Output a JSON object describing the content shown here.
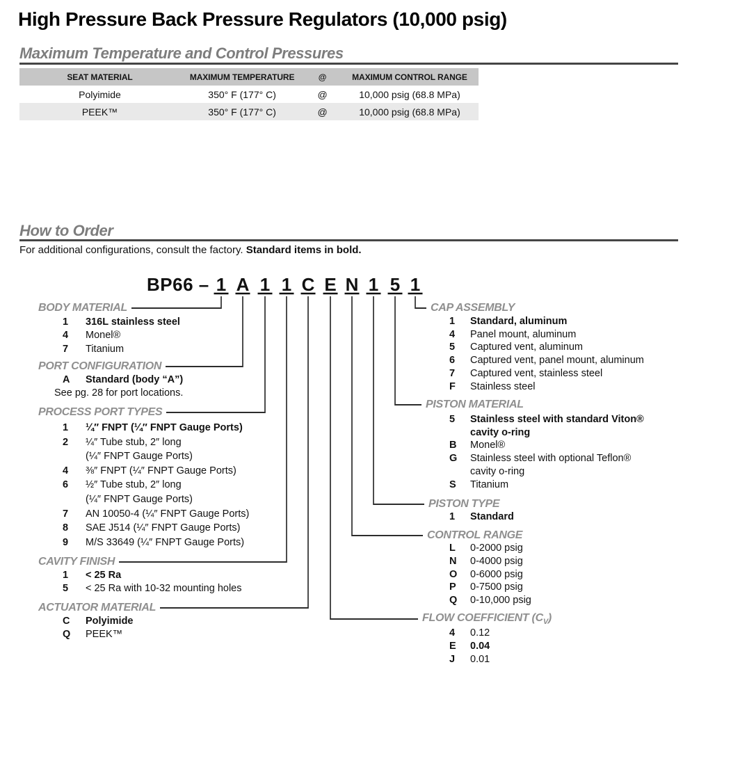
{
  "page": {
    "title": "High Pressure Back Pressure Regulators (10,000 psig)"
  },
  "temp_section": {
    "title": "Maximum Temperature and Control Pressures",
    "table": {
      "headers": [
        "SEAT MATERIAL",
        "MAXIMUM TEMPERATURE",
        "@",
        "MAXIMUM CONTROL RANGE"
      ],
      "rows": [
        [
          "Polyimide",
          "350° F (177° C)",
          "@",
          "10,000 psig (68.8 MPa)"
        ],
        [
          "PEEK™",
          "350° F (177° C)",
          "@",
          "10,000 psig (68.8 MPa)"
        ]
      ]
    }
  },
  "order_section": {
    "title": "How to Order",
    "note_regular": "For additional configurations, consult the factory. ",
    "note_bold": "Standard items in bold.",
    "code": {
      "prefix": "BP66 –",
      "chars": [
        "1",
        "A",
        "1",
        "1",
        "C",
        "E",
        "N",
        "1",
        "5",
        "1"
      ]
    },
    "sections": [
      {
        "id": "body-material",
        "label": "BODY MATERIAL",
        "items": [
          {
            "k": "1",
            "t": "316L stainless steel",
            "b": true
          },
          {
            "k": "4",
            "t": "Monel®"
          },
          {
            "k": "7",
            "t": "Titanium"
          }
        ]
      },
      {
        "id": "port-configuration",
        "label": "PORT CONFIGURATION",
        "items": [
          {
            "k": "A",
            "t": "Standard (body “A”)",
            "b": true
          },
          {
            "note": true,
            "t": "See pg. 28 for port locations."
          }
        ]
      },
      {
        "id": "process-port-types",
        "label": "PROCESS PORT TYPES",
        "items": [
          {
            "k": "1",
            "t": "¼″ FNPT (¼″ FNPT Gauge Ports)",
            "b": true
          },
          {
            "k": "2",
            "t": "¼″ Tube stub, 2″ long"
          },
          {
            "k": "",
            "t": "(¼″ FNPT Gauge Ports)"
          },
          {
            "k": "4",
            "t": "⅜″ FNPT (¼″ FNPT Gauge Ports)"
          },
          {
            "k": "6",
            "t": "½″ Tube stub, 2″ long"
          },
          {
            "k": "",
            "t": "(¼″ FNPT Gauge Ports)"
          },
          {
            "k": "7",
            "t": "AN 10050-4 (¼″ FNPT Gauge Ports)"
          },
          {
            "k": "8",
            "t": "SAE J514 (¼″ FNPT Gauge Ports)"
          },
          {
            "k": "9",
            "t": "M/S 33649 (¼″ FNPT Gauge Ports)"
          }
        ]
      },
      {
        "id": "cavity-finish",
        "label": "CAVITY FINISH",
        "items": [
          {
            "k": "1",
            "t": "< 25 Ra",
            "b": true
          },
          {
            "k": "5",
            "t": "< 25 Ra with 10-32 mounting holes"
          }
        ]
      },
      {
        "id": "actuator-material",
        "label": "ACTUATOR MATERIAL",
        "items": [
          {
            "k": "C",
            "t": "Polyimide",
            "b": true
          },
          {
            "k": "Q",
            "t": "PEEK™"
          }
        ]
      },
      {
        "id": "cap-assembly",
        "label": "CAP ASSEMBLY",
        "items": [
          {
            "k": "1",
            "t": "Standard, aluminum",
            "b": true
          },
          {
            "k": "4",
            "t": "Panel mount, aluminum"
          },
          {
            "k": "5",
            "t": "Captured vent, aluminum"
          },
          {
            "k": "6",
            "t": "Captured vent, panel mount, aluminum"
          },
          {
            "k": "7",
            "t": "Captured vent, stainless steel"
          },
          {
            "k": "F",
            "t": "Stainless steel"
          }
        ]
      },
      {
        "id": "piston-material",
        "label": "PISTON MATERIAL",
        "items": [
          {
            "k": "5",
            "t": "Stainless steel with standard Viton®",
            "b": true
          },
          {
            "k": "",
            "t": "cavity o-ring",
            "b": true
          },
          {
            "k": "B",
            "t": "Monel®"
          },
          {
            "k": "G",
            "t": "Stainless steel with optional Teflon®"
          },
          {
            "k": "",
            "t": "cavity o-ring"
          },
          {
            "k": "S",
            "t": "Titanium"
          }
        ]
      },
      {
        "id": "piston-type",
        "label": "PISTON TYPE",
        "items": [
          {
            "k": "1",
            "t": "Standard",
            "b": true
          }
        ]
      },
      {
        "id": "control-range",
        "label": "CONTROL RANGE",
        "items": [
          {
            "k": "L",
            "t": "0-2000 psig"
          },
          {
            "k": "N",
            "t": "0-4000 psig"
          },
          {
            "k": "O",
            "t": "0-6000 psig"
          },
          {
            "k": "P",
            "t": "0-7500 psig"
          },
          {
            "k": "Q",
            "t": "0-10,000 psig"
          }
        ]
      },
      {
        "id": "flow-coefficient",
        "label_pre": "FLOW COEFFICIENT (C",
        "label_sub": "V",
        "label_post": ")",
        "items": [
          {
            "k": "4",
            "t": "0.12"
          },
          {
            "k": "E",
            "t": "0.04",
            "b": true
          },
          {
            "k": "J",
            "t": "0.01"
          }
        ]
      }
    ]
  }
}
